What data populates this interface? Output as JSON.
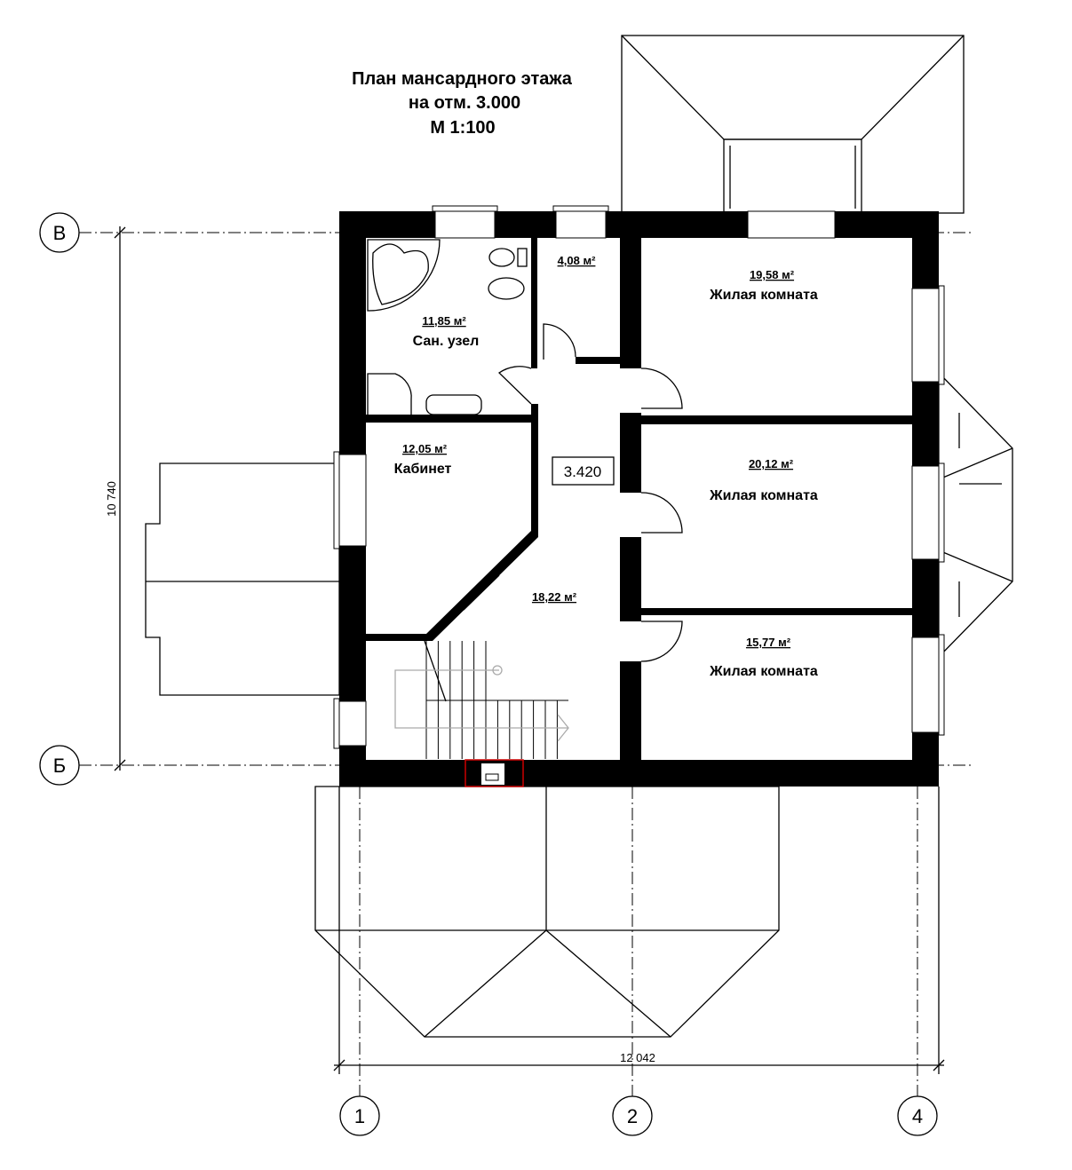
{
  "title": {
    "line1": "План мансардного этажа",
    "line2": "на отм. 3.000",
    "line3": "М 1:100"
  },
  "rooms": [
    {
      "area": "11,85 м²",
      "name": "Сан. узел"
    },
    {
      "area": "4,08 м²",
      "name": ""
    },
    {
      "area": "19,58 м²",
      "name": "Жилая комната"
    },
    {
      "area": "12,05 м²",
      "name": "Кабинет"
    },
    {
      "area": "20,12 м²",
      "name": "Жилая комната"
    },
    {
      "area": "18,22 м²",
      "name": ""
    },
    {
      "area": "15,77 м²",
      "name": "Жилая комната"
    }
  ],
  "level_mark": "3.420",
  "axes": {
    "rows": [
      "В",
      "Б"
    ],
    "cols": [
      "1",
      "2",
      "4"
    ]
  },
  "dimensions": {
    "vertical": "10 740",
    "horizontal": "12 042"
  },
  "colors": {
    "walls": "#000000",
    "chimney_highlight": "#cc0000",
    "stair_numbers": "#1a4d1a"
  }
}
